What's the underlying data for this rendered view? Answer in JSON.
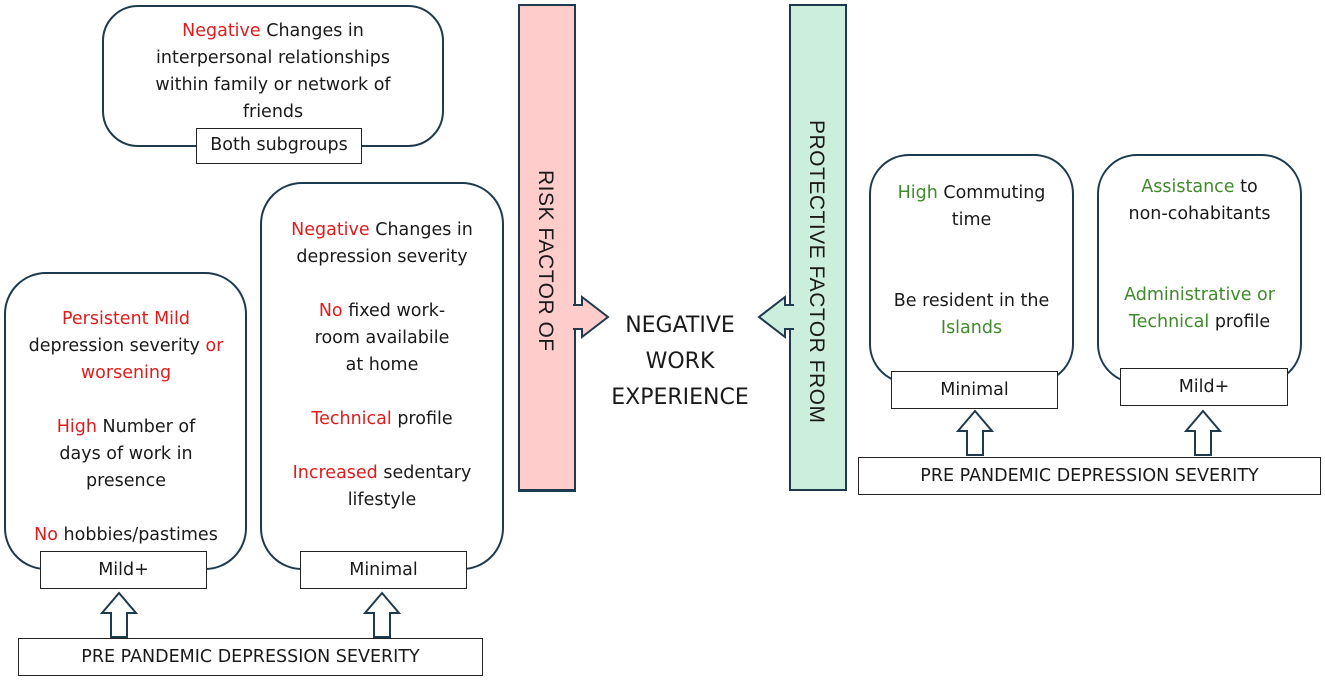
{
  "colors": {
    "risk_bar": "#ffcccc",
    "protective_bar": "#cceedd",
    "risk_text": "#e01b1b",
    "protective_text": "#3f8a2a",
    "outline": "#1f3a4d"
  },
  "top_box": {
    "lines": [
      [
        {
          "t": "Negative ",
          "c": "red"
        },
        {
          "t": "Changes in",
          "c": "blk"
        }
      ],
      [
        {
          "t": "interpersonal relationships",
          "c": "blk"
        }
      ],
      [
        {
          "t": "within family or network of",
          "c": "blk"
        }
      ],
      [
        {
          "t": "friends",
          "c": "blk"
        }
      ]
    ],
    "tag": "Both subgroups"
  },
  "left_box_mild": {
    "lines": [
      [
        {
          "t": "Persistent Mild",
          "c": "red"
        }
      ],
      [
        {
          "t": "depression ",
          "c": "blk"
        },
        {
          "t": "severity ",
          "c": "blk"
        },
        {
          "t": "or",
          "c": "red"
        }
      ],
      [
        {
          "t": "worsening",
          "c": "red"
        }
      ],
      [
        {
          "t": "",
          "c": "blk"
        }
      ],
      [
        {
          "t": "High ",
          "c": "red"
        },
        {
          "t": "Number of",
          "c": "blk"
        }
      ],
      [
        {
          "t": "days of work in",
          "c": "blk"
        }
      ],
      [
        {
          "t": "presence",
          "c": "blk"
        }
      ],
      [
        {
          "t": "",
          "c": "blk"
        }
      ],
      [
        {
          "t": "No ",
          "c": "red"
        },
        {
          "t": "hobbies/pastimes",
          "c": "blk"
        }
      ]
    ],
    "tag": "Mild+"
  },
  "left_box_minimal": {
    "lines": [
      [
        {
          "t": "Negative ",
          "c": "red"
        },
        {
          "t": "Changes in",
          "c": "blk"
        }
      ],
      [
        {
          "t": "depression severity",
          "c": "blk"
        }
      ],
      [
        {
          "t": "",
          "c": "blk"
        }
      ],
      [
        {
          "t": "No ",
          "c": "red"
        },
        {
          "t": "fixed work-",
          "c": "blk"
        }
      ],
      [
        {
          "t": "room availabile",
          "c": "blk"
        }
      ],
      [
        {
          "t": "at home",
          "c": "blk"
        }
      ],
      [
        {
          "t": "",
          "c": "blk"
        }
      ],
      [
        {
          "t": "Technical ",
          "c": "red"
        },
        {
          "t": "profile",
          "c": "blk"
        }
      ],
      [
        {
          "t": "",
          "c": "blk"
        }
      ],
      [
        {
          "t": "Increased ",
          "c": "red"
        },
        {
          "t": "sedentary",
          "c": "blk"
        }
      ],
      [
        {
          "t": "lifestyle",
          "c": "blk"
        }
      ]
    ],
    "tag": "Minimal"
  },
  "left_base": "PRE PANDEMIC DEPRESSION SEVERITY",
  "risk_label": "RISK FACTOR OF",
  "center_label": [
    "NEGATIVE",
    "WORK",
    "EXPERIENCE"
  ],
  "protective_label": "PROTECTIVE FACTOR FROM",
  "right_box_minimal": {
    "lines": [
      [
        {
          "t": "High ",
          "c": "green"
        },
        {
          "t": "Commuting",
          "c": "blk"
        }
      ],
      [
        {
          "t": "time",
          "c": "blk"
        }
      ],
      [
        {
          "t": "",
          "c": "blk"
        }
      ],
      [
        {
          "t": "",
          "c": "blk"
        }
      ],
      [
        {
          "t": "Be ",
          "c": "blk"
        },
        {
          "t": "resident ",
          "c": "blk"
        },
        {
          "t": "in the",
          "c": "blk"
        }
      ],
      [
        {
          "t": "Islands",
          "c": "green"
        }
      ]
    ],
    "tag": "Minimal"
  },
  "right_box_mild": {
    "lines": [
      [
        {
          "t": "Assistance ",
          "c": "green"
        },
        {
          "t": "to",
          "c": "blk"
        }
      ],
      [
        {
          "t": "non-cohabitants",
          "c": "blk"
        }
      ],
      [
        {
          "t": "",
          "c": "blk"
        }
      ],
      [
        {
          "t": "",
          "c": "blk"
        }
      ],
      [
        {
          "t": "Administrative or",
          "c": "green"
        }
      ],
      [
        {
          "t": "Technical ",
          "c": "green"
        },
        {
          "t": "profile",
          "c": "blk"
        }
      ]
    ],
    "tag": "Mild+"
  },
  "right_base": "PRE PANDEMIC DEPRESSION SEVERITY"
}
